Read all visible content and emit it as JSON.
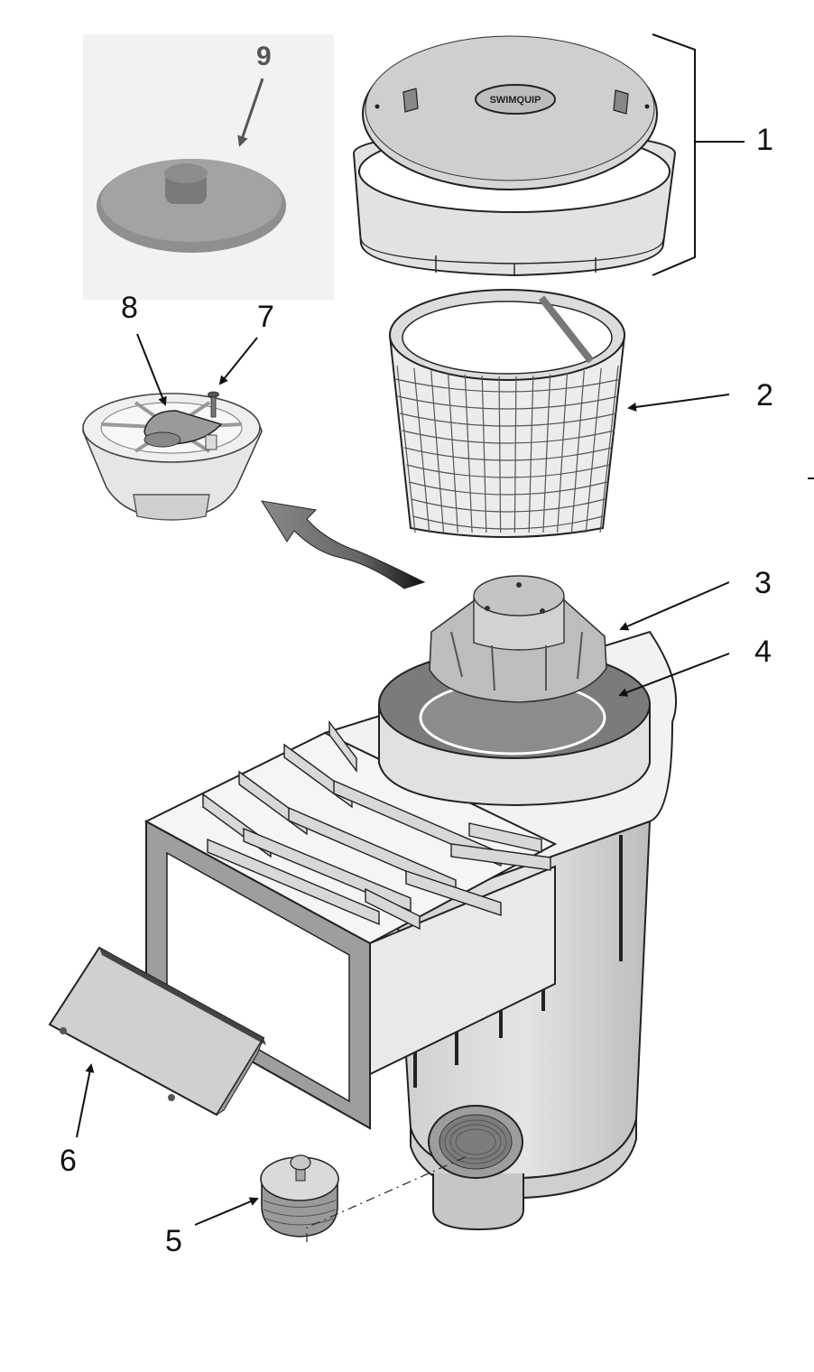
{
  "diagram": {
    "brand_text": "SWIMQUIP",
    "callouts": [
      "1",
      "2",
      "3",
      "4",
      "5",
      "6",
      "7",
      "8",
      "9"
    ],
    "parts": [
      "lid-and-collar",
      "strainer-basket",
      "float-valve",
      "weir-seal-ring",
      "threaded-plug",
      "weir-door",
      "screw",
      "vacuum-plate-cover",
      "vacuum-plate-disc"
    ]
  }
}
